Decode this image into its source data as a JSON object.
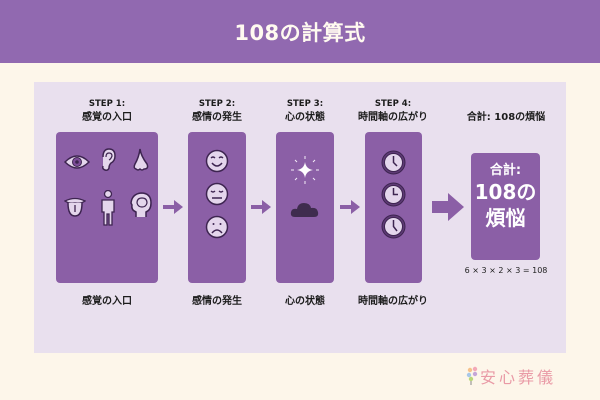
{
  "header": {
    "title": "108の計算式"
  },
  "steps": [
    {
      "num": "STEP 1:",
      "name": "感覚の入口",
      "bottom": "感覚の入口",
      "icons": [
        "eye-icon",
        "ear-icon",
        "nose-icon",
        "tongue-icon",
        "body-icon",
        "mind-head-icon"
      ]
    },
    {
      "num": "STEP 2:",
      "name": "感情の発生",
      "bottom": "感情の発生",
      "icons": [
        "happy-face-icon",
        "neutral-face-icon",
        "sad-face-icon"
      ]
    },
    {
      "num": "STEP 3:",
      "name": "心の状態",
      "bottom": "心の状態",
      "icons": [
        "sparkle-icon",
        "dark-cloud-icon"
      ]
    },
    {
      "num": "STEP 4:",
      "name": "時間軸の広がり",
      "bottom": "時間軸の広がり",
      "icons": [
        "clock-icon",
        "clock-icon",
        "clock-icon"
      ]
    }
  ],
  "total": {
    "label": "合計: 108の煩悩",
    "box_line1": "合計:",
    "box_line2": "108の",
    "box_line3": "煩悩",
    "formula": "6 × 3 × 2 × 3 = 108"
  },
  "logo": {
    "text": "安心葬儀"
  },
  "colors": {
    "header": "#9169b0",
    "box": "#8b5fa6",
    "panel": "#e9e0ee",
    "background": "#fdf6ea",
    "logo": "#e99aa6"
  }
}
